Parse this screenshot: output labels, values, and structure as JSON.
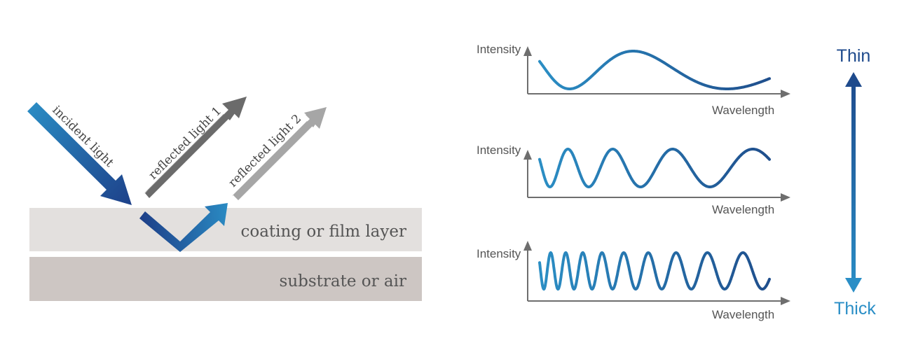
{
  "layers": {
    "coating_label": "coating or film layer",
    "substrate_label": "substrate or air"
  },
  "rays": {
    "incident_label": "incident light",
    "reflected1_label": "reflected light 1",
    "reflected2_label": "reflected light 2"
  },
  "graphs": {
    "y_label": "Intensity",
    "x_label": "Wavelength"
  },
  "thickness_scale": {
    "top_label": "Thin",
    "bottom_label": "Thick"
  },
  "colors": {
    "coating_layer": "#e3e0de",
    "substrate_layer": "#cdc6c3",
    "incident_start": "#2a8bc3",
    "incident_end": "#1d3f88",
    "reflected1": "#6b6b6b",
    "reflected2": "#a6a6a6",
    "curve_start": "#2b8ec4",
    "curve_end": "#1f4e8c",
    "axis": "#6e6e6e",
    "thin_text": "#1e4a8c",
    "thick_text": "#2a8ec6"
  },
  "icons": {
    "up_arrow": "arrow-up-icon",
    "down_arrow": "arrow-down-icon"
  }
}
